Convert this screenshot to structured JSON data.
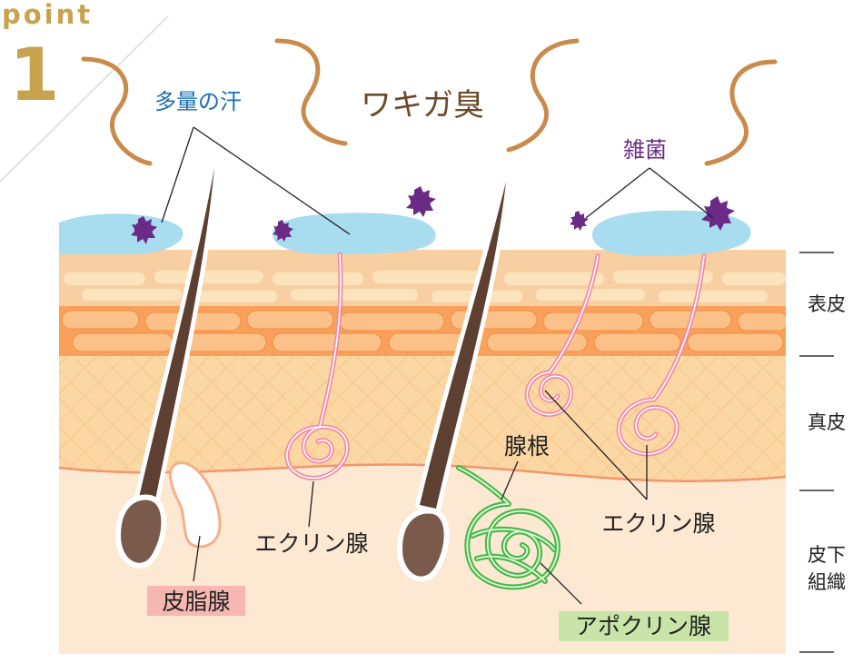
{
  "badge": {
    "word": "point",
    "number": "1"
  },
  "title": "ワキガ臭",
  "labels": {
    "sweat": "多量の汗",
    "bacteria": "雑菌",
    "sebaceous_gland": "皮脂腺",
    "eccrine_left": "エクリン腺",
    "eccrine_right": "エクリン腺",
    "gland_root": "腺根",
    "apocrine_gland": "アポクリン腺"
  },
  "layers": {
    "epidermis": "表皮",
    "dermis": "真皮",
    "subcutis_line1": "皮下",
    "subcutis_line2": "組織"
  },
  "colors": {
    "gold": "#c9a24f",
    "title_brown": "#6b4a2a",
    "sweat_blue": "#1a6fb3",
    "bacteria_purple": "#6a2a86",
    "sweat_drop": "#a8dcef",
    "odor_wave": "#c98a4a",
    "hair": "#5e4033",
    "eccrine_pink": "#f08aa6",
    "apocrine_green": "#46b94a",
    "sebaceous_tag": "#f6b7b0",
    "apocrine_tag": "#c8e4a8",
    "epidermis_top": "#f6c9a4",
    "epidermis_band": "#f9a15c",
    "dermis": "#fbd9a8",
    "subcutis": "#fde8d2"
  }
}
